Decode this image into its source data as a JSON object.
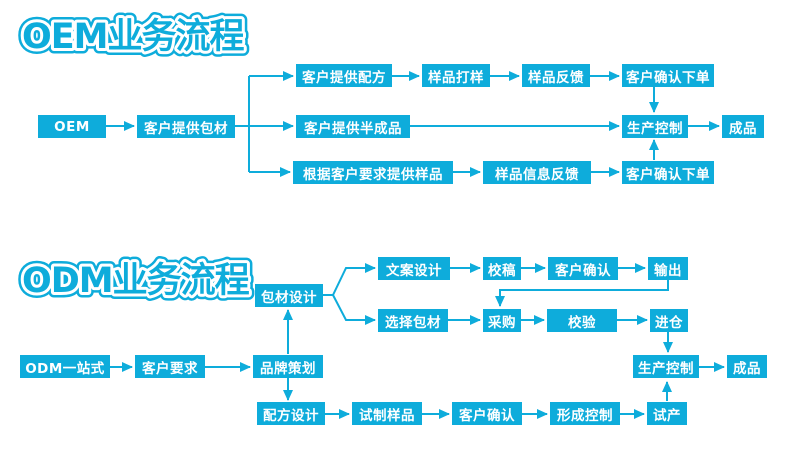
{
  "colors": {
    "accent": "#0eacdb",
    "node_text": "#ffffff",
    "background": "#ffffff"
  },
  "oem": {
    "title": "OEM业务流程",
    "nodes": {
      "start": "OEM",
      "provide_packaging": "客户提供包材",
      "provide_formula": "客户提供配方",
      "sample_making": "样品打样",
      "sample_feedback": "样品反馈",
      "confirm_order_top": "客户确认下单",
      "provide_semifinished": "客户提供半成品",
      "production_control": "生产控制",
      "finished_product": "成品",
      "samples_on_request": "根据客户要求提供样品",
      "sample_info_feedback": "样品信息反馈",
      "confirm_order_bottom": "客户确认下单"
    }
  },
  "odm": {
    "title": "ODM业务流程",
    "nodes": {
      "start": "ODM一站式",
      "customer_requirements": "客户要求",
      "brand_planning": "品牌策划",
      "packaging_design": "包材设计",
      "copy_design": "文案设计",
      "proofreading": "校稿",
      "customer_confirm_1": "客户确认",
      "output": "输出",
      "select_packaging": "选择包材",
      "purchasing": "采购",
      "verification": "校验",
      "warehousing": "进仓",
      "production_control": "生产控制",
      "finished_product": "成品",
      "formula_design": "配方设计",
      "trial_samples": "试制样品",
      "customer_confirm_2": "客户确认",
      "forming_control": "形成控制",
      "trial_production": "试产"
    }
  }
}
